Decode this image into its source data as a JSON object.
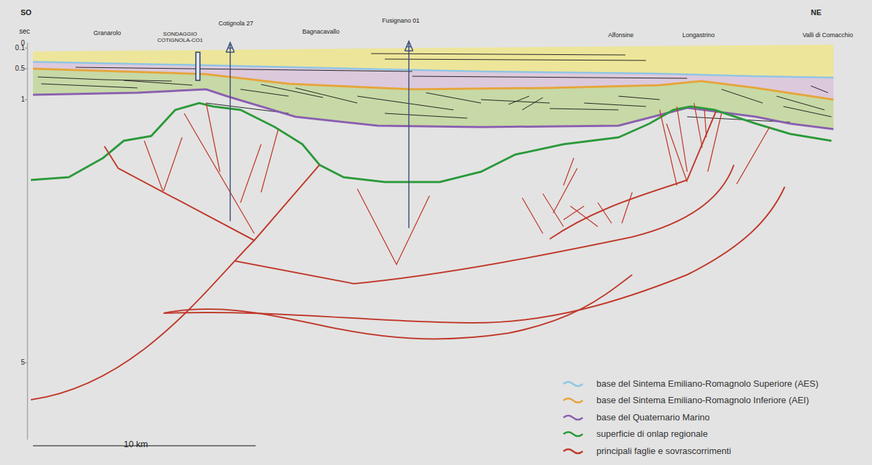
{
  "diagram": {
    "labels": [
      "SO",
      "NE",
      "sec",
      "0",
      "0.1",
      "0.5",
      "1",
      "5",
      "Granarolo",
      "SONDAGGIO COTIGNOLA-CO1",
      "Cotignola 27",
      "Bagnacavallo",
      "Fusignano 01",
      "Alfonsine",
      "Longastrino",
      "Valli di Comacchio",
      "10 km"
    ],
    "legend": [
      {
        "text": "base del Sintema Emiliano-Romagnolo Superiore (AES)"
      },
      {
        "text": "base del Sintema Emiliano-Romagnolo Inferiore (AEI)"
      },
      {
        "text": "base del Quaternario Marino"
      },
      {
        "text": "superficie di onlap regionale"
      },
      {
        "text": "principali faglie e sovrascorrimenti"
      }
    ]
  }
}
